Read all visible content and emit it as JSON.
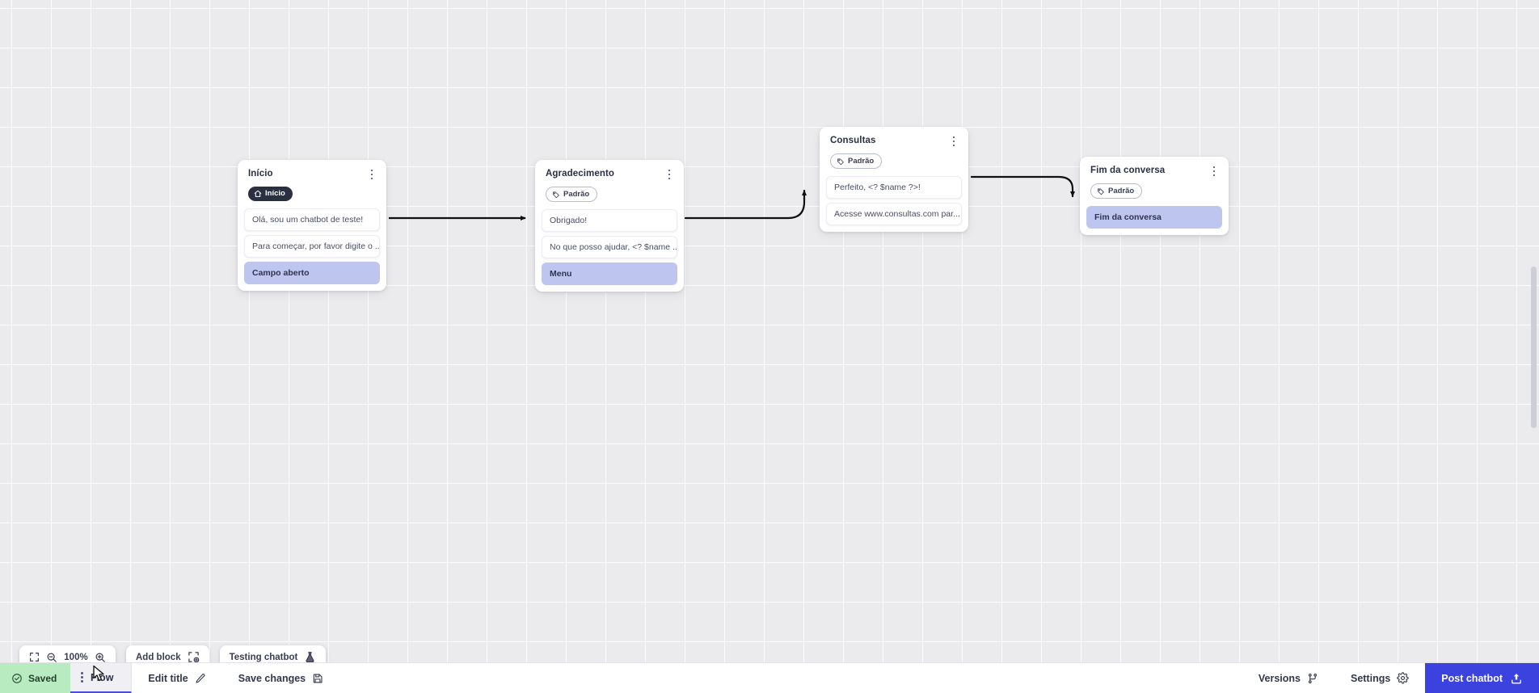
{
  "canvas": {
    "zoom_level": "100%",
    "grid": true
  },
  "nodes": [
    {
      "id": "inicio",
      "title": "Início",
      "badge": {
        "label": "Início",
        "icon": "home-icon",
        "style": "dark"
      },
      "rows": [
        {
          "text": "Olá, sou um chatbot de teste!",
          "accent": false
        },
        {
          "text": "Para começar, por favor digite o ...",
          "accent": false
        },
        {
          "text": "Campo aberto",
          "accent": true
        }
      ]
    },
    {
      "id": "agradecimento",
      "title": "Agradecimento",
      "badge": {
        "label": "Padrão",
        "icon": "tag-icon",
        "style": "outline"
      },
      "rows": [
        {
          "text": "Obrigado!",
          "accent": false
        },
        {
          "text": "No que posso ajudar, <? $name ...",
          "accent": false
        },
        {
          "text": "Menu",
          "accent": true
        }
      ]
    },
    {
      "id": "consultas",
      "title": "Consultas",
      "badge": {
        "label": "Padrão",
        "icon": "tag-icon",
        "style": "outline"
      },
      "rows": [
        {
          "text": "Perfeito, <? $name ?>!",
          "accent": false
        },
        {
          "text": "Acesse www.consultas.com par...",
          "accent": false
        }
      ]
    },
    {
      "id": "fim-da-conversa",
      "title": "Fim da conversa",
      "badge": {
        "label": "Padrão",
        "icon": "tag-icon",
        "style": "outline"
      },
      "rows": [
        {
          "text": "Fim da conversa",
          "accent": true
        }
      ]
    }
  ],
  "toolbar": {
    "fit_icon": "fit-screen-icon",
    "zoom_out_icon": "zoom-out-icon",
    "zoom_in_icon": "zoom-in-icon",
    "zoom_value": "100%",
    "add_block_label": "Add block",
    "add_block_icon": "add-block-icon",
    "testing_chatbot_label": "Testing chatbot",
    "testing_chatbot_icon": "flask-icon"
  },
  "statusbar": {
    "saved_label": "Saved",
    "saved_icon": "check-circle-icon",
    "flow_tab_label": "Flow",
    "edit_title_label": "Edit title",
    "edit_title_icon": "pencil-icon",
    "save_changes_label": "Save changes",
    "save_changes_icon": "save-icon",
    "versions_label": "Versions",
    "versions_icon": "branch-icon",
    "settings_label": "Settings",
    "settings_icon": "gear-icon",
    "post_label": "Post chatbot",
    "post_icon": "upload-icon"
  },
  "colors": {
    "accent_blue": "#3b42dd",
    "accent_row": "#bec5ef",
    "saved_green": "#b8ebc0",
    "badge_dark": "#2b3040",
    "canvas_bg": "#ebebed"
  }
}
